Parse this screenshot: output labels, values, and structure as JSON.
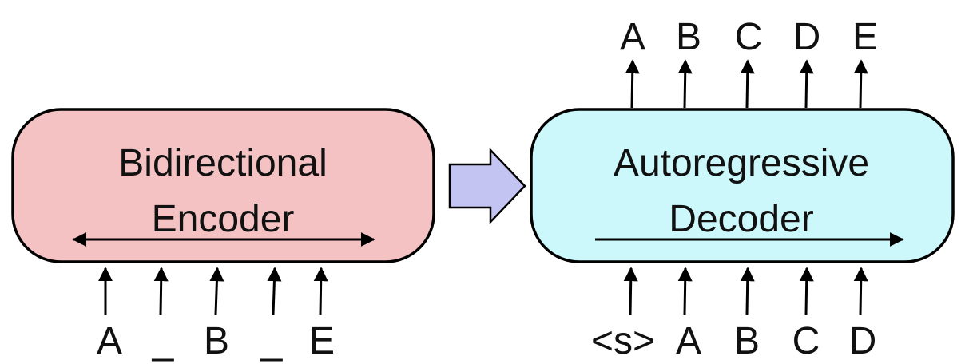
{
  "encoder": {
    "line1": "Bidirectional",
    "line2": "Encoder",
    "fill": "#f4c2c2",
    "inputs": [
      "A",
      "_",
      "B",
      "_",
      "E"
    ]
  },
  "decoder": {
    "line1": "Autoregressive",
    "line2": "Decoder",
    "fill": "#ccf8fb",
    "inputs": [
      "<s>",
      "A",
      "B",
      "C",
      "D"
    ],
    "outputs": [
      "A",
      "B",
      "C",
      "D",
      "E"
    ]
  },
  "transition_arrow_fill": "#c4c4f3"
}
